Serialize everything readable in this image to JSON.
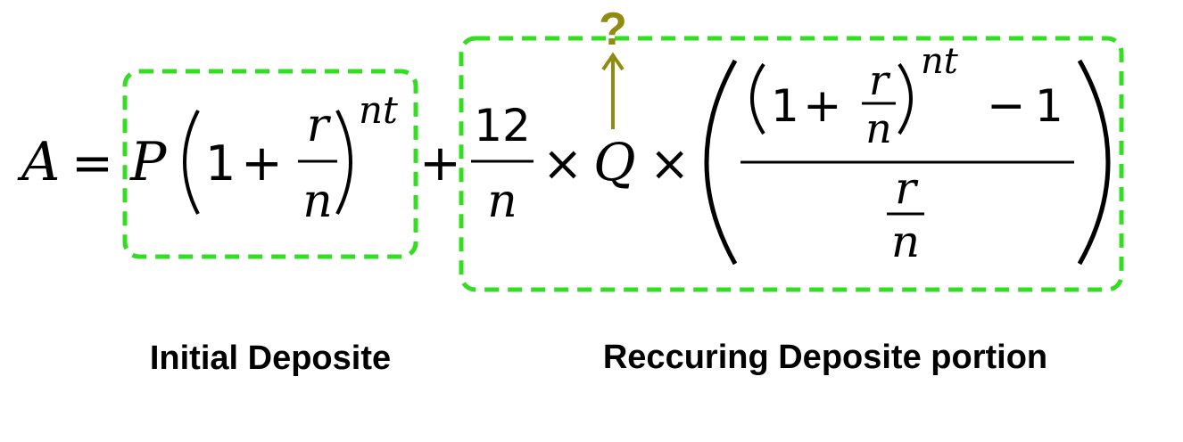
{
  "colors": {
    "highlight_box": "#33dd22",
    "annotation": "#8f8c11",
    "text": "#000000"
  },
  "formula": {
    "lhs": "A",
    "equals": "=",
    "principal": "P",
    "one": "1",
    "plus": "+",
    "rate": "r",
    "periods": "n",
    "exponent": "nt",
    "months": "12",
    "times": "×",
    "payment": "Q",
    "minus": "−"
  },
  "annotation": {
    "question_mark": "?",
    "icon": "up-arrow-icon"
  },
  "labels": {
    "initial": "Initial Deposite",
    "recurring": "Reccuring Deposite portion"
  }
}
